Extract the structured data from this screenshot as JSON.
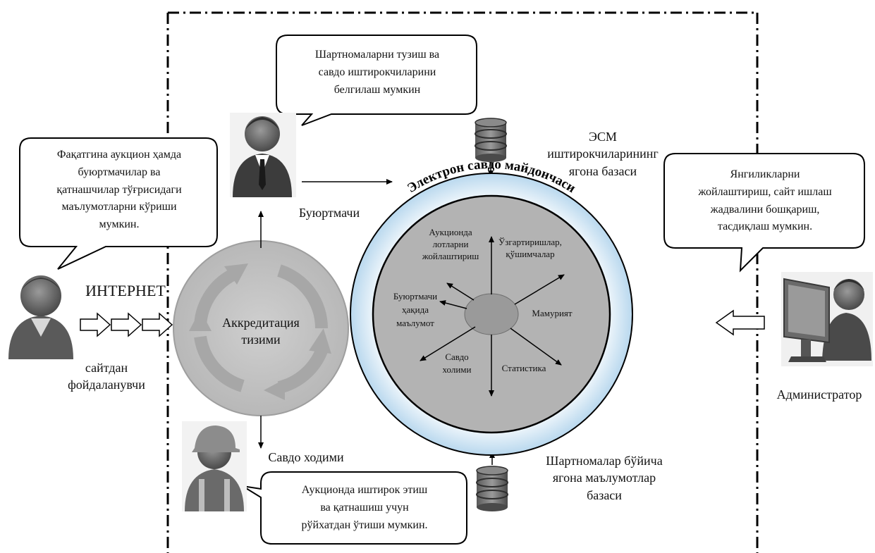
{
  "bubbles": {
    "visitor": [
      "Фақатгина аукцион ҳамда",
      "буюртмачилар ва",
      "қатнашчилар тўғрисидаги",
      "маълумотларни кўриши",
      "мумкин."
    ],
    "customer": [
      "Шартномаларни тузиш ва",
      "савдо иштирокчиларини",
      "белгилаш мумкин"
    ],
    "admin": [
      "Янгиликларни",
      "жойлаштириш, сайт ишлаш",
      "жадвалини бошқариш,",
      "тасдиқлаш мумкин."
    ],
    "staff": [
      "Аукционда иштирок этиш",
      "ва қатнашиш учун",
      "рўйхатдан ўтиши мумкин."
    ]
  },
  "labels": {
    "internet": "ИНТЕРНЕТ",
    "visitor": [
      "сайтдан",
      "фойдаланувчи"
    ],
    "customer": "Буюртмачи",
    "staff": "Савдо ходими",
    "admin": "Администратор",
    "esm_db": [
      "ЭСМ",
      "иштирокчиларининг",
      "ягона базаси"
    ],
    "contracts_db": [
      "Шартномалар бўйича",
      "ягона маълумотлар",
      "базаси"
    ]
  },
  "accreditation": [
    "Аккредитация",
    "тизими"
  ],
  "platform": {
    "ring_title": "Электрон савдо майдончаси",
    "items": {
      "auction_lots": [
        "Аукционда",
        "лотларни",
        "жойлаштириш"
      ],
      "changes": [
        "Ўзгартиришлар,",
        "қўшимчалар"
      ],
      "customer_info": [
        "Буюртмачи",
        "ҳақида",
        "маълумот"
      ],
      "administration": [
        "Мамурият"
      ],
      "trade_staff": [
        "Савдо",
        "холими"
      ],
      "statistics": [
        "Статистика"
      ]
    }
  },
  "colors": {
    "outer_ring": "#c5dff1",
    "inner_disk": "#b3b3b3",
    "hub": "#9a9a9a",
    "accreditation": "#c4c4c4",
    "border": "#000000"
  }
}
